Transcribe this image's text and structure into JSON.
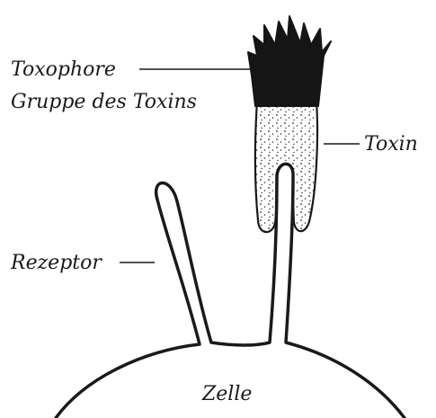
{
  "labels": {
    "toxophore_line1": "Toxophore",
    "toxophore_line2": "Gruppe des Toxins",
    "toxin": "Toxin",
    "rezeptor": "Rezeptor",
    "zelle": "Zelle"
  },
  "colors": {
    "ink": "#1a1a1a",
    "toxophore_fill": "#151515",
    "toxin_stipple": "#2a2a2a",
    "background": "#ffffff"
  }
}
